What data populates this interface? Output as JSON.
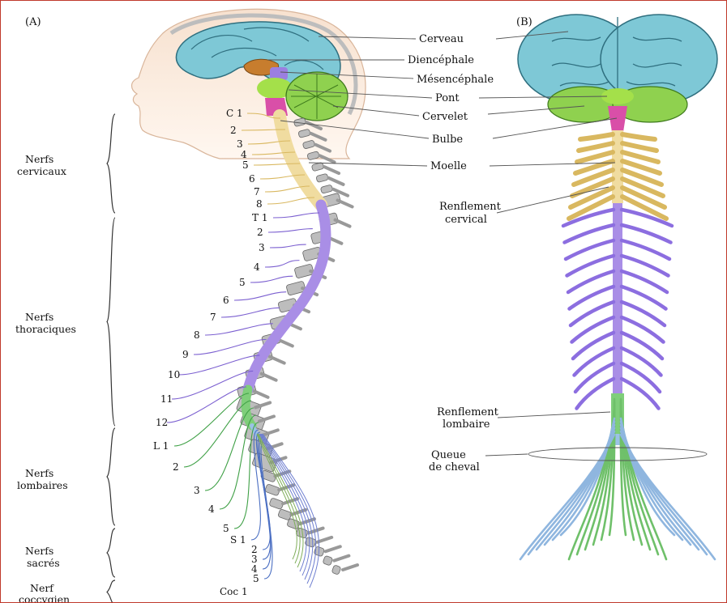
{
  "panels": {
    "a": "(A)",
    "b": "(B)"
  },
  "groups": [
    {
      "lines": [
        "Nerfs",
        "cervicaux"
      ]
    },
    {
      "lines": [
        "Nerfs",
        "thoraciques"
      ]
    },
    {
      "lines": [
        "Nerfs",
        "lombaires"
      ]
    },
    {
      "lines": [
        "Nerfs",
        "sacrés"
      ]
    },
    {
      "lines": [
        "Nerf",
        "coccygien"
      ]
    }
  ],
  "structures": [
    "Cerveau",
    "Diencéphale",
    "Mésencéphale",
    "Pont",
    "Cervelet",
    "Bulbe",
    "Moelle"
  ],
  "right_labels": [
    {
      "lines": [
        "Renflement",
        "cervical"
      ]
    },
    {
      "lines": [
        "Renflement",
        "lombaire"
      ]
    },
    {
      "lines": [
        "Queue",
        "de cheval"
      ]
    }
  ],
  "cervical_labels": [
    "C 1",
    "2",
    "3",
    "4",
    "5",
    "6",
    "7",
    "8"
  ],
  "thoracic_labels": [
    "T 1",
    "2",
    "3",
    "4",
    "5",
    "6",
    "7",
    "8",
    "9",
    "10",
    "11",
    "12"
  ],
  "lumbar_labels": [
    "L 1",
    "2",
    "3",
    "4",
    "5"
  ],
  "sacral_labels": [
    "S 1",
    "2",
    "3",
    "4",
    "5"
  ],
  "coccygeal_label": "Coc 1",
  "colors": {
    "brain": "#7ec8d6",
    "brain_outline": "#2f6f7f",
    "cerebellum": "#8fd14f",
    "diencephalon": "#c77d2e",
    "mesencephalon": "#9b7fe0",
    "pons": "#a4e04a",
    "medulla": "#d94fa8",
    "cervical": "#f0dca0",
    "thoracic": "#a98ee6",
    "lumbar": "#7fce7a",
    "sacral": "#9bc2e6",
    "skin": "#f5dcc6",
    "bone": "#bdbdbd"
  }
}
